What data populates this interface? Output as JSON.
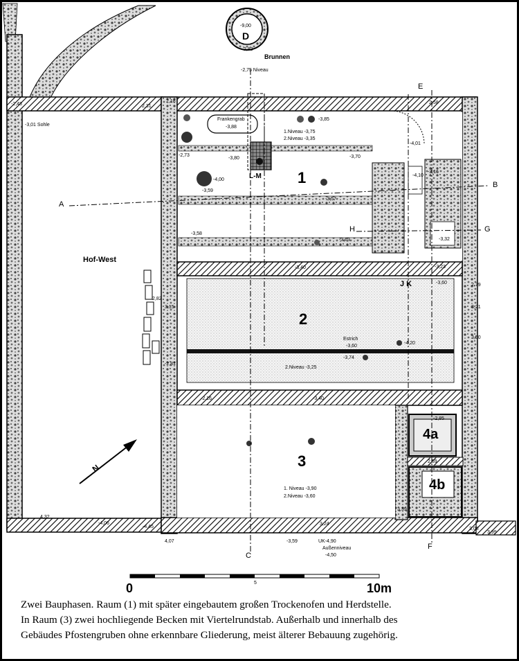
{
  "labels": {
    "well_depth": "-9,00",
    "well_letter": "D",
    "well_rim": "2,82",
    "well_name": "Brunnen",
    "niveau_top": "-2,75 Niveau",
    "elev_248": "-2,48",
    "elev_231": "2,31",
    "elev_218": "2,18",
    "sohle": "-3,01 Sohle",
    "frankengrab": "Frankengrab",
    "frankengrab_elev": "-3,88",
    "elev_385": "-3,85",
    "niv1_room1": "1.Niveau -3,75",
    "niv2_room1": "2.Niveau -3,35",
    "elev_380": "-3,80",
    "elev_370": "-3,70",
    "elev_273": "-2,73",
    "elev_401": "-4,01",
    "elev_400": "-4,00",
    "elev_359": "-3,59",
    "elev_357": "-3,57",
    "elev_410": "-4,10",
    "elev_316": "-3,16",
    "elev_258": "2,58",
    "elev_358": "-3,58",
    "elev_363": "-3,63",
    "elev_332": "-3,32",
    "elev_340_a": "-3,40",
    "elev_323": "-3,23",
    "elev_360_a": "-3,60",
    "elev_282": "2,82",
    "elev_315": "3,15",
    "elev_281": "-2,81",
    "estrich": "Estrich",
    "estrich_elev": "-3,60",
    "elev_420": "-4,20",
    "elev_374": "-3,74",
    "niv2_room2": "2.Niveau -3,25",
    "elev_216": "-2,16",
    "elev_340_b": "-3,40",
    "elev_285": "-2,85",
    "elev_259": "2,59",
    "niv1_room3": "1. Niveau -3,90",
    "niv2_room3": "2.Niveau -3,60",
    "elev_339": "3,39",
    "elev_432": "4,32",
    "elev_406": "-4,06",
    "elev_445": "-4,45",
    "elev_407": "4,07",
    "elev_324": "3,24",
    "elev_359_b": "-3,59",
    "uk": "UK-4,90",
    "aussenniveau": "Außenniveau",
    "aussen_elev": "-4,50",
    "elev_308": "3,08",
    "elev_399": "3,99",
    "elev_279": "2,79",
    "elev_321": "3,21",
    "elev_350": "3,50",
    "hof_west": "Hof-West",
    "room_1": "1",
    "room_2": "2",
    "room_3": "3",
    "room_4a": "4a",
    "room_4b": "4b",
    "sec_a": "A",
    "sec_b": "B",
    "sec_c": "C",
    "sec_e": "E",
    "sec_f": "F",
    "sec_g": "G",
    "sec_h": "H",
    "sec_jk": "J K",
    "sec_lm": "L-M",
    "north": "N"
  },
  "scale": {
    "zero": "0",
    "five": "5",
    "ten": "10m"
  },
  "caption": {
    "line1": "Zwei Bauphasen. Raum (1) mit später eingebautem großen Trockenofen und Herdstelle.",
    "line2": "In Raum (3) zwei hochliegende Becken mit Viertelrundstab. Außerhalb und innerhalb des",
    "line3": "Gebäudes Pfostengruben ohne erkennbare Gliederung, meist älterer Bebauung zugehörig."
  }
}
